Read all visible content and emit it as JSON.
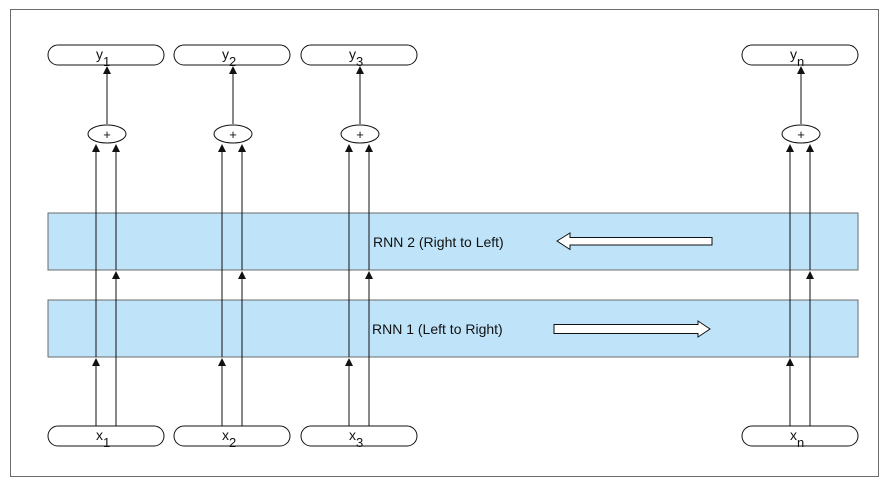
{
  "outputs": [
    {
      "var": "y",
      "sub": "1"
    },
    {
      "var": "y",
      "sub": "2"
    },
    {
      "var": "y",
      "sub": "3"
    },
    {
      "var": "y",
      "sub": "n"
    }
  ],
  "inputs": [
    {
      "var": "x",
      "sub": "1"
    },
    {
      "var": "x",
      "sub": "2"
    },
    {
      "var": "x",
      "sub": "3"
    },
    {
      "var": "x",
      "sub": "n"
    }
  ],
  "combine_symbol": "+",
  "rnn_backward": {
    "label": "RNN 2 (Right to Left)",
    "direction": "left"
  },
  "rnn_forward": {
    "label": "RNN 1 (Left to Right)",
    "direction": "right"
  },
  "colors": {
    "layer_fill": "#bfe4f9",
    "stroke": "#111111",
    "frame": "#6b6b6b"
  }
}
